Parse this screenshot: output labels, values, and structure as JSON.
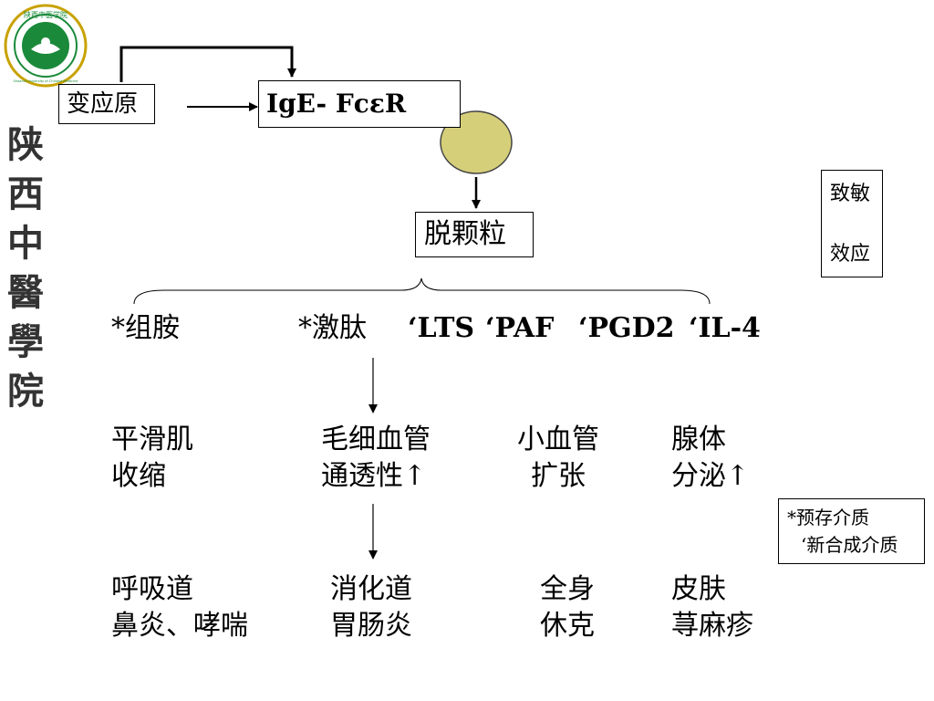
{
  "logo": {
    "ring_text": "陕西中医学院",
    "sub_text": "Shaanxi University of Chinese Medicine",
    "green": "#1a8a3a",
    "gold": "#c8a200"
  },
  "side_title": [
    "陕",
    "西",
    "中",
    "醫",
    "學",
    "院"
  ],
  "nodes": {
    "allergen": "变应原",
    "receptor": "IgE- FcεR",
    "degranulation": "脱颗粒",
    "sensitization": [
      "致敏",
      "效应"
    ]
  },
  "mediators": [
    {
      "marker": "*",
      "label": "组胺"
    },
    {
      "marker": "*",
      "label": "激肽"
    },
    {
      "marker": "‘",
      "label": "LTS"
    },
    {
      "marker": "‘",
      "label": "PAF"
    },
    {
      "marker": "‘",
      "label": "PGD2"
    },
    {
      "marker": "‘",
      "label": "IL-4"
    }
  ],
  "effects": [
    {
      "line1": "平滑肌",
      "line2": "收缩"
    },
    {
      "line1": "毛细血管",
      "line2": "通透性↑"
    },
    {
      "line1": "小血管",
      "line2": "扩张"
    },
    {
      "line1": "腺体",
      "line2": "分泌↑"
    }
  ],
  "symptoms": [
    {
      "line1": "呼吸道",
      "line2": "鼻炎、哮喘"
    },
    {
      "line1": "消化道",
      "line2": "胃肠炎"
    },
    {
      "line1": "全身",
      "line2": "休克"
    },
    {
      "line1": "皮肤",
      "line2": "荨麻疹"
    }
  ],
  "legend": {
    "preformed": "*预存介质",
    "newly": "‘新合成介质"
  },
  "colors": {
    "cell_fill": "#d6cf7a",
    "cell_stroke": "#444444"
  }
}
